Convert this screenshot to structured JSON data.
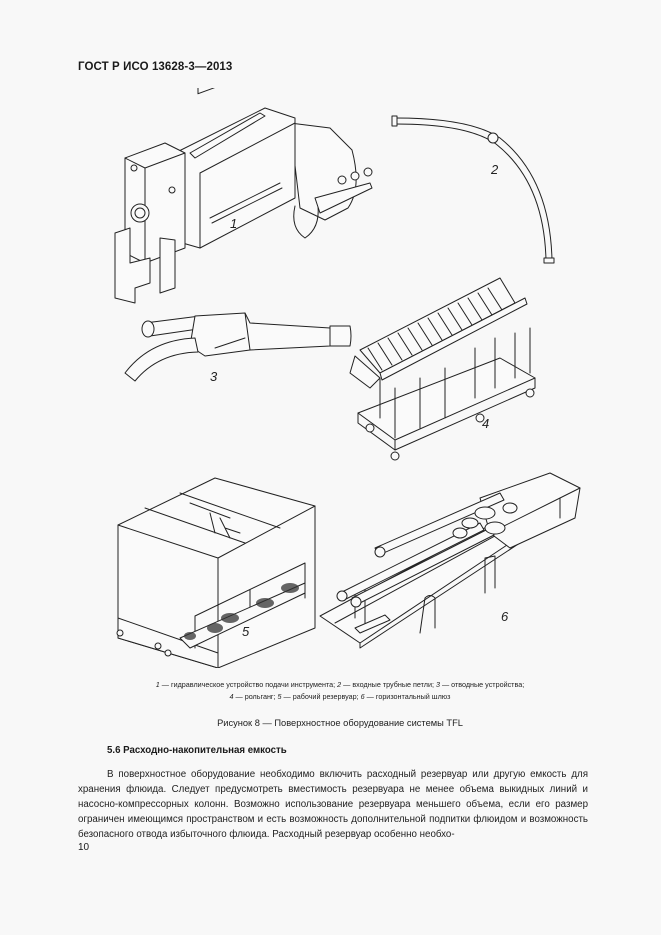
{
  "header": {
    "standard_code": "ГОСТ Р ИСО  13628-3—2013"
  },
  "figure": {
    "items": [
      {
        "number": "1",
        "description": "гидравлическое устройство подачи инструмента"
      },
      {
        "number": "2",
        "description": "входные трубные петли"
      },
      {
        "number": "3",
        "description": "отводные устройства"
      },
      {
        "number": "4",
        "description": "рольганг"
      },
      {
        "number": "5",
        "description": "рабочий резервуар"
      },
      {
        "number": "6",
        "description": "горизонтальный шлюз"
      }
    ],
    "legend_line1": {
      "n1": "1",
      "t1": " — гидравлическое устройство подачи инструмента; ",
      "n2": "2",
      "t2": " — входные трубные петли; ",
      "n3": "3",
      "t3": " — отводные устройства;"
    },
    "legend_line2": {
      "n4": "4",
      "t4": " — рольганг; ",
      "n5": "5",
      "t5": " — рабочий резервуар; ",
      "n6": "6",
      "t6": " — горизонтальный шлюз"
    },
    "caption": "Рисунок 8 — Поверхностное оборудование системы TFL"
  },
  "section": {
    "number_title": "5.6  Расходно-накопительная емкость",
    "paragraph": "В поверхностное оборудование необходимо включить расходный резервуар или другую емкость для хранения флюида. Следует предусмотреть вместимость резервуара не менее объема выкидных линий и насосно-компрессорных колонн. Возможно использование резервуара меньшего объема, если его размер ограничен имеющимся пространством и есть возможность дополнительной подпитки флюидом и возможность безопасного отвода избыточного флюида. Расходный резервуар особенно необхо-"
  },
  "page_number": "10"
}
